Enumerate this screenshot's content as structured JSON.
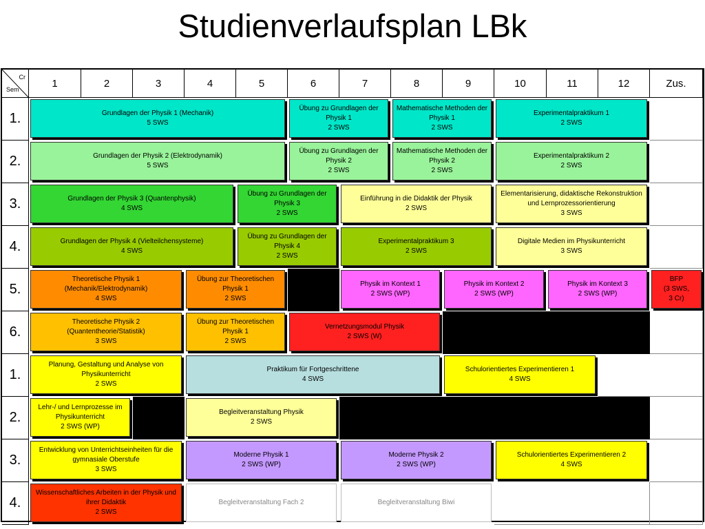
{
  "title": "Studienverlaufsplan LBk",
  "header": {
    "corner_cr": "Cr",
    "corner_sem": "Sem",
    "columns": [
      "1",
      "2",
      "3",
      "4",
      "5",
      "6",
      "7",
      "8",
      "9",
      "10",
      "11",
      "12",
      "Zus."
    ]
  },
  "semesters": [
    "1.",
    "2.",
    "3.",
    "4.",
    "5.",
    "6.",
    "1.",
    "2.",
    "3.",
    "4."
  ],
  "colors": {
    "turquoise": "#00e6c8",
    "light_green": "#99f39a",
    "green": "#33d633",
    "olive_green": "#99cc00",
    "light_yellow": "#ffff99",
    "orange": "#ff8c00",
    "gold": "#ffc000",
    "magenta": "#ff66ff",
    "red": "#ff2020",
    "light_blue": "#b8dfe0",
    "yellow": "#ffff00",
    "purple": "#c499ff",
    "red_orange": "#ff3300"
  },
  "modules": {
    "r1a": {
      "name": "Grundlagen der Physik 1 (Mechanik)",
      "sws": "5 SWS"
    },
    "r1b": {
      "name": "Übung zu Grundlagen der Physik 1",
      "sws": "2 SWS"
    },
    "r1c": {
      "name": "Mathematische Methoden der Physik 1",
      "sws": "2 SWS"
    },
    "r1d": {
      "name": "Experimentalpraktikum 1",
      "sws": "2 SWS"
    },
    "r2a": {
      "name": "Grundlagen der Physik 2 (Elektrodynamik)",
      "sws": "5 SWS"
    },
    "r2b": {
      "name": "Übung zu Grundlagen der Physik 2",
      "sws": "2 SWS"
    },
    "r2c": {
      "name": "Mathematische Methoden der Physik 2",
      "sws": "2 SWS"
    },
    "r2d": {
      "name": "Experimentalpraktikum 2",
      "sws": "2 SWS"
    },
    "r3a": {
      "name": "Grundlagen der Physik 3 (Quantenphysik)",
      "sws": "4 SWS"
    },
    "r3b": {
      "name": "Übung zu Grundlagen der Physik 3",
      "sws": "2 SWS"
    },
    "r3c": {
      "name": "Einführung in die Didaktik der Physik",
      "sws": "2 SWS"
    },
    "r3d": {
      "name": "Elementarisierung, didaktische Rekonstruktion und Lernprozessorientierung",
      "sws": "3 SWS"
    },
    "r4a": {
      "name": "Grundlagen der Physik 4 (Vielteilchensysteme)",
      "sws": "4 SWS"
    },
    "r4b": {
      "name": "Übung zu Grundlagen der Physik 4",
      "sws": "2 SWS"
    },
    "r4c": {
      "name": "Experimentalpraktikum 3",
      "sws": "2 SWS"
    },
    "r4d": {
      "name": "Digitale Medien im Physikunterricht",
      "sws": "3 SWS"
    },
    "r5a": {
      "name": "Theoretische Physik 1 (Mechanik/Elektrodynamik)",
      "sws": "4 SWS"
    },
    "r5b": {
      "name": "Übung zur Theoretischen Physik 1",
      "sws": "2 SWS"
    },
    "r5c": {
      "name": "Physik im Kontext 1",
      "sws": "2 SWS (WP)"
    },
    "r5d": {
      "name": "Physik im Kontext 2",
      "sws": "2 SWS (WP)"
    },
    "r5e": {
      "name": "Physik im Kontext 3",
      "sws": "2 SWS (WP)"
    },
    "r5f": {
      "name": "BFP",
      "sws": "(3 SWS,",
      "extra": "3 Cr)"
    },
    "r6a": {
      "name": "Theoretische Physik 2 (Quantentheorie/Statistik)",
      "sws": "3 SWS"
    },
    "r6b": {
      "name": "Übung zur Theoretischen Physik 1",
      "sws": "2 SWS"
    },
    "r6c": {
      "name": "Vernetzungsmodul Physik",
      "sws": "2 SWS (W)"
    },
    "r7a": {
      "name": "Planung, Gestaltung und Analyse von Physikunterricht",
      "sws": "2 SWS"
    },
    "r7b": {
      "name": "Praktikum für Fortgeschrittene",
      "sws": "4 SWS"
    },
    "r7c": {
      "name": "Schulorientiertes Experimentieren 1",
      "sws": "4 SWS"
    },
    "r8a": {
      "name": "Lehr-/ und Lernprozesse im Physikunterricht",
      "sws": "2 SWS (WP)"
    },
    "r8b": {
      "name": "Begleitveranstaltung Physik",
      "sws": "2 SWS"
    },
    "r9a": {
      "name": "Entwicklung von Unterrichtseinheiten für die gymnasiale Oberstufe",
      "sws": "3 SWS"
    },
    "r9b": {
      "name": "Moderne Physik 1",
      "sws": "2 SWS (WP)"
    },
    "r9c": {
      "name": "Moderne Physik 2",
      "sws": "2 SWS (WP)"
    },
    "r9d": {
      "name": "Schulorientiertes Experimentieren 2",
      "sws": "4 SWS"
    },
    "r10a": {
      "name": "Wissenschaftliches Arbeiten in der Physik und ihrer Didaktik",
      "sws": "2 SWS"
    },
    "r10b": {
      "name": "Begleitveranstaltung Fach 2"
    },
    "r10c": {
      "name": "Begleitveranstaltung Biwi"
    }
  }
}
